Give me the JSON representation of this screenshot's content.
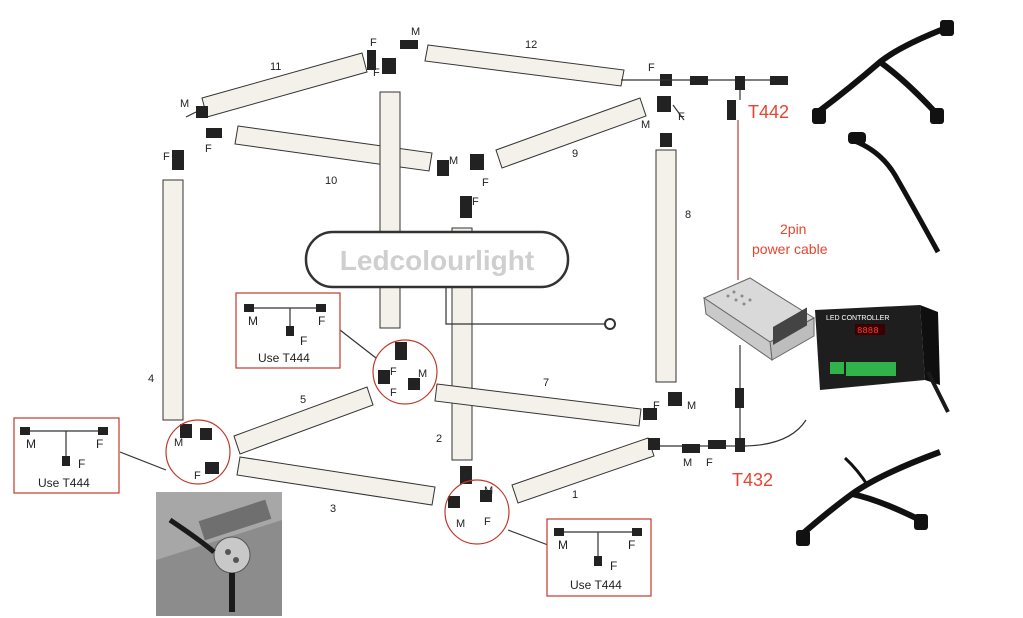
{
  "watermark": "Ledcolourlight",
  "tube_numbers": [
    "1",
    "2",
    "3",
    "4",
    "5",
    "7",
    "8",
    "9",
    "10",
    "11",
    "12"
  ],
  "connector_labels": {
    "male": "M",
    "female": "F"
  },
  "callouts": {
    "t442": "T442",
    "t432": "T432",
    "power_cable_line1": "2pin",
    "power_cable_line2": "power cable"
  },
  "use_boxes": [
    "Use T444",
    "Use T444",
    "Use T444"
  ],
  "controller": {
    "title": "LED CONTROLLER",
    "display": "8888"
  },
  "colors": {
    "accent_red": "#e8432f",
    "line": "#333333"
  }
}
